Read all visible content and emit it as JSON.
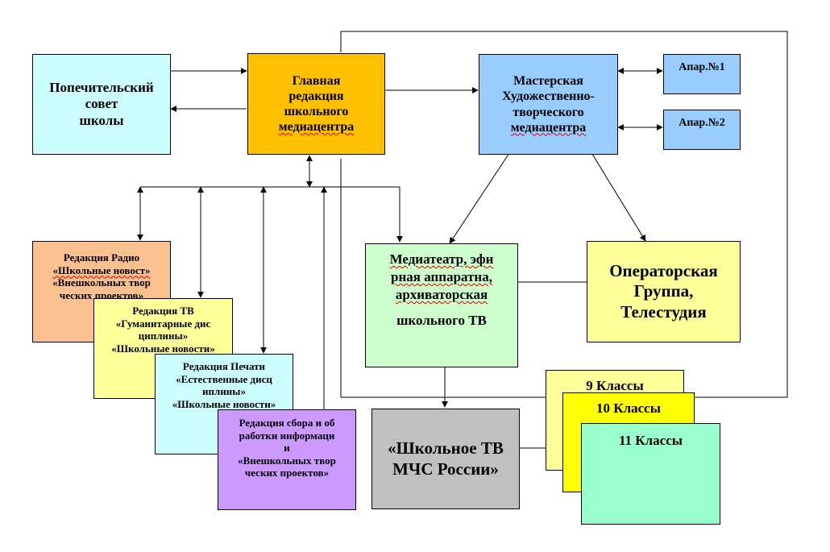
{
  "nodes": {
    "council": {
      "lines": [
        "Попечительский",
        "совет",
        "школы"
      ],
      "color": "#ccffff"
    },
    "main": {
      "lines": [
        "Главная",
        "редакция",
        "школьного",
        "медиацентра"
      ],
      "color": "#ffc000"
    },
    "workshop": {
      "lines": [
        "Мастерская",
        "Художественно-",
        "творческого",
        "медиацентра"
      ],
      "color": "#99ccff"
    },
    "app1": {
      "lines": [
        "Апар.№1"
      ],
      "color": "#99ccff"
    },
    "app2": {
      "lines": [
        "Апар.№2"
      ],
      "color": "#99ccff"
    },
    "radio": {
      "lines": [
        "Редакция Радио",
        "«Школьные новост»",
        "«Внешкольных твор",
        "ческих проектов»"
      ],
      "color": "#fac090"
    },
    "tv": {
      "lines": [
        "Редакция ТВ",
        "«Гуманитарные дис",
        "циплины»",
        "«Школьные новости»"
      ],
      "color": "#ffff99"
    },
    "print": {
      "lines": [
        "Редакция Печати",
        "«Естественные дисц",
        "иплины»",
        "«Школьные новости»"
      ],
      "color": "#ccffff"
    },
    "collect": {
      "lines": [
        "Редакция сбора и об",
        "работки информаци",
        "и",
        "«Внешкольных твор",
        "ческих проектов»"
      ],
      "color": "#cc99ff"
    },
    "mediatheatre": {
      "lines": [
        "Медиатеатр, эфи",
        "рная аппаратна,",
        "архиваторская",
        "школьного ТВ"
      ],
      "color": "#ccffcc"
    },
    "operator": {
      "lines": [
        "Операторская",
        "Группа,",
        "Телестудия"
      ],
      "color": "#ffff99"
    },
    "schooltv": {
      "lines": [
        "«Школьное ТВ",
        "МЧС России»"
      ],
      "color": "#c0c0c0"
    },
    "grade9": {
      "lines": [
        "9 Классы"
      ],
      "color": "#ffff99"
    },
    "grade10": {
      "lines": [
        "10 Классы"
      ],
      "color": "#ffff00"
    },
    "grade11": {
      "lines": [
        "11 Классы"
      ],
      "color": "#99ffcc"
    }
  }
}
